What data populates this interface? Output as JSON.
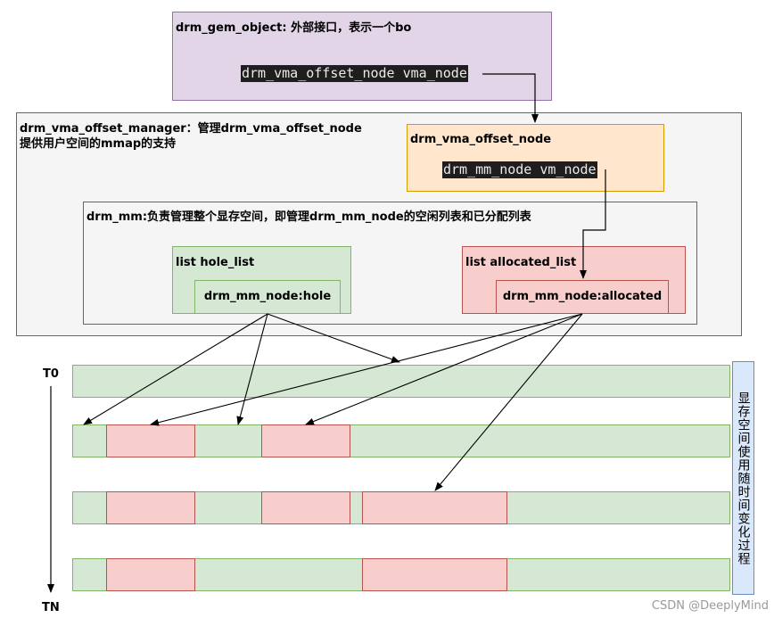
{
  "gem": {
    "title": "drm_gem_object: 外部接口，表示一个bo",
    "field": "drm_vma_offset_node vma_node"
  },
  "manager": {
    "title_line1": "drm_vma_offset_manager：管理drm_vma_offset_node",
    "title_line2": "提供用户空间的mmap的支持"
  },
  "offset_node": {
    "title": "drm_vma_offset_node",
    "field": "drm_mm_node vm_node"
  },
  "mm": {
    "title": "drm_mm:负责管理整个显存空间，即管理drm_mm_node的空闲列表和已分配列表"
  },
  "hole_list": {
    "title": "list hole_list",
    "node": "drm_mm_node:hole"
  },
  "allocated_list": {
    "title": "list allocated_list",
    "node": "drm_mm_node:allocated"
  },
  "timeline": {
    "start": "T0",
    "end": "TN"
  },
  "side_note": "显存空间使用随时间变化过程",
  "watermark": "CSDN @DeeplyMind",
  "colors": {
    "purple_fill": "#e1d5e7",
    "purple_stroke": "#9673a6",
    "orange_fill": "#ffe6cc",
    "orange_stroke": "#d79b00",
    "green_fill": "#d5e8d4",
    "green_stroke": "#82b366",
    "red_fill": "#f8cecc",
    "red_stroke": "#b85450",
    "blue_fill": "#dae8fc",
    "blue_stroke": "#6c8ebf"
  }
}
